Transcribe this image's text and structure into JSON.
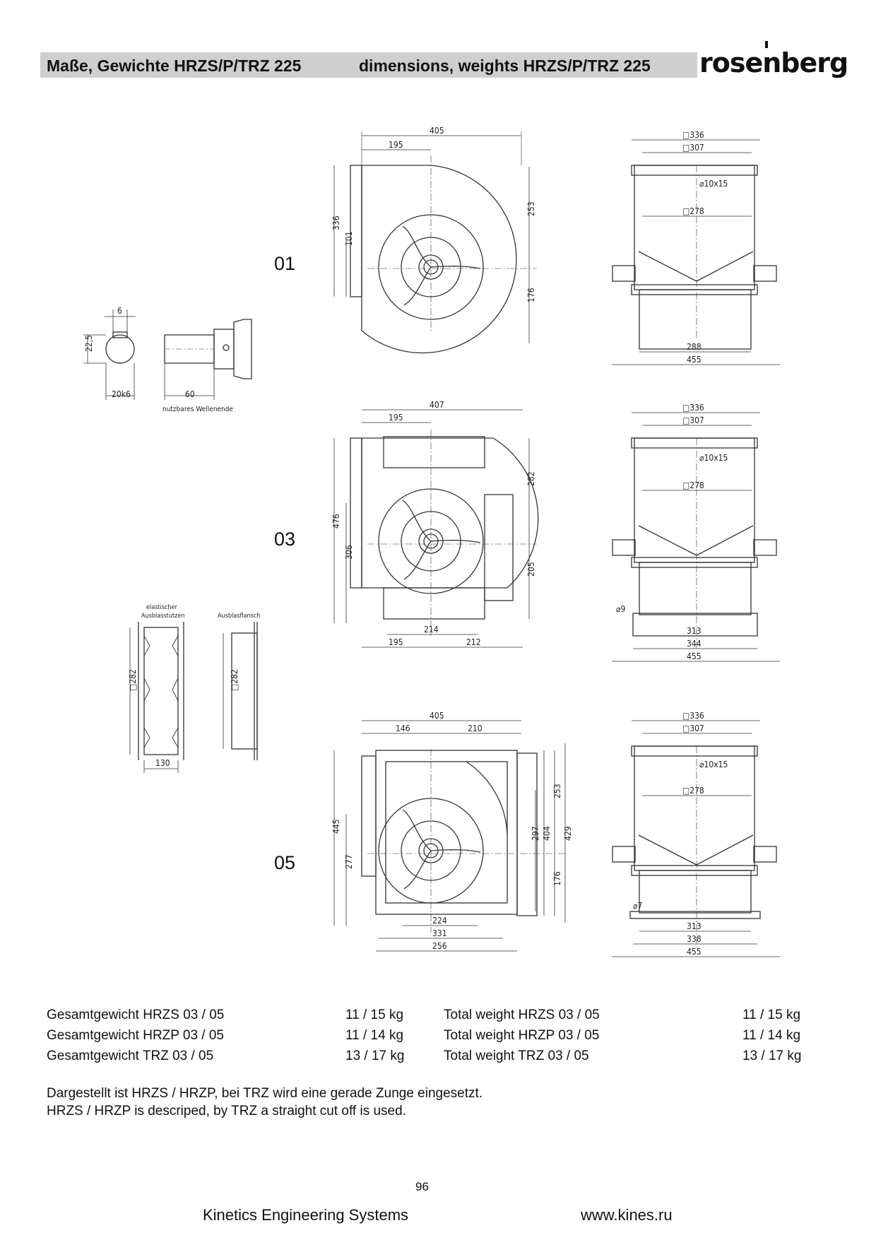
{
  "header": {
    "title_de": "Maße, Gewichte HRZS/P/TRZ  225",
    "title_en": "dimensions, weights HRZS/P/TRZ  225",
    "logo": "rosenberg"
  },
  "variants": [
    "01",
    "03",
    "05"
  ],
  "shaft": {
    "key_width": "6",
    "height": "22,5",
    "dia": "20k6",
    "length": "60",
    "caption": "nutzbares Wellenende"
  },
  "outlets": {
    "flex_title_1": "elastischer",
    "flex_title_2": "Ausblasstutzen",
    "flange_title": "Ausblasflansch",
    "flex_dim": "□282",
    "flange_dim": "□282",
    "length": "130"
  },
  "d01": {
    "front": {
      "w": "405",
      "a": "195",
      "h": "336",
      "b": "101",
      "c": "253",
      "d": "176"
    },
    "side": {
      "top1": "□336",
      "top2": "□307",
      "hole": "⌀10x15",
      "inner": "□278",
      "bot1": "288",
      "bot2": "455"
    }
  },
  "d03": {
    "front": {
      "w": "407",
      "a": "195",
      "h": "476",
      "b": "306",
      "c": "282",
      "d": "205",
      "e": "214",
      "f": "195",
      "g": "212"
    },
    "side": {
      "top1": "□336",
      "top2": "□307",
      "hole": "⌀10x15",
      "inner": "□278",
      "hole2": "⌀9",
      "bot1": "313",
      "bot2": "344",
      "bot3": "455"
    }
  },
  "d05": {
    "front": {
      "w": "405",
      "a": "146",
      "b": "210",
      "h": "445",
      "c": "277",
      "d": "253",
      "e": "297",
      "f": "404",
      "g": "429",
      "h2": "176",
      "i": "224",
      "j": "331",
      "k": "256"
    },
    "side": {
      "top1": "□336",
      "top2": "□307",
      "hole": "⌀10x15",
      "inner": "□278",
      "hole2": "⌀7",
      "bot1": "313",
      "bot2": "338",
      "bot3": "455"
    }
  },
  "weights": [
    {
      "de": "Gesamtgewicht HRZS 03 / 05",
      "de_val": "11 / 15 kg",
      "en": "Total weight HRZS 03 / 05",
      "en_val": "11 / 15 kg"
    },
    {
      "de": "Gesamtgewicht HRZP 03 / 05",
      "de_val": "11 / 14 kg",
      "en": "Total weight HRZP 03 / 05",
      "en_val": "11 / 14 kg"
    },
    {
      "de": "Gesamtgewicht TRZ 03 / 05",
      "de_val": "13 / 17 kg",
      "en": "Total weight TRZ 03 / 05",
      "en_val": "13 / 17 kg"
    }
  ],
  "notes": {
    "de": "Dargestellt ist HRZS / HRZP, bei TRZ wird eine gerade Zunge eingesetzt.",
    "en": "HRZS / HRZP is descriped, by TRZ a straight cut off is used."
  },
  "page_number": "96",
  "footer": {
    "company": "Kinetics Engineering Systems",
    "url": "www.kines.ru"
  }
}
